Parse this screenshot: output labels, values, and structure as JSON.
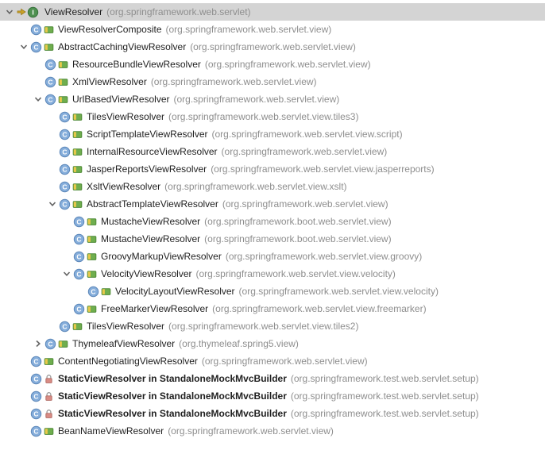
{
  "panel": {
    "kind": "type-hierarchy-tree"
  },
  "colors": {
    "selection_bg": "#d4d4d4",
    "class_name_text": "#1f1f1f",
    "package_text": "#8e8e8e",
    "chevron_gray": "#646464",
    "class_icon_blue": "#86aedb",
    "class_icon_border": "#5b86b8",
    "interface_icon_green": "#4f9151",
    "interface_icon_border": "#35703a",
    "modifier_green": "#6fae4e",
    "modifier_green_border": "#4e8a37",
    "modifier_yellow": "#e9c94a",
    "lock_red": "#d98c85",
    "lock_red_border": "#b06a63",
    "lock_shackle_gray": "#9b9b9b",
    "base_arrow_yellow": "#c9a227",
    "base_arrow_border": "#9a7b1c"
  },
  "tree": {
    "rows": [
      {
        "name": "ViewResolver",
        "package": "(org.springframework.web.servlet)",
        "level": 0,
        "chevron": "down",
        "icon": "interface",
        "modifier": null,
        "base_marker": true,
        "bold": false,
        "selected": true
      },
      {
        "name": "ViewResolverComposite",
        "package": "(org.springframework.web.servlet.view)",
        "level": 1,
        "chevron": null,
        "icon": "class",
        "modifier": "public",
        "base_marker": false,
        "bold": false,
        "selected": false
      },
      {
        "name": "AbstractCachingViewResolver",
        "package": "(org.springframework.web.servlet.view)",
        "level": 1,
        "chevron": "down",
        "icon": "class",
        "modifier": "public",
        "base_marker": false,
        "bold": false,
        "selected": false
      },
      {
        "name": "ResourceBundleViewResolver",
        "package": "(org.springframework.web.servlet.view)",
        "level": 2,
        "chevron": null,
        "icon": "class",
        "modifier": "public",
        "base_marker": false,
        "bold": false,
        "selected": false
      },
      {
        "name": "XmlViewResolver",
        "package": "(org.springframework.web.servlet.view)",
        "level": 2,
        "chevron": null,
        "icon": "class",
        "modifier": "public",
        "base_marker": false,
        "bold": false,
        "selected": false
      },
      {
        "name": "UrlBasedViewResolver",
        "package": "(org.springframework.web.servlet.view)",
        "level": 2,
        "chevron": "down",
        "icon": "class",
        "modifier": "public",
        "base_marker": false,
        "bold": false,
        "selected": false
      },
      {
        "name": "TilesViewResolver",
        "package": "(org.springframework.web.servlet.view.tiles3)",
        "level": 3,
        "chevron": null,
        "icon": "class",
        "modifier": "public",
        "base_marker": false,
        "bold": false,
        "selected": false
      },
      {
        "name": "ScriptTemplateViewResolver",
        "package": "(org.springframework.web.servlet.view.script)",
        "level": 3,
        "chevron": null,
        "icon": "class",
        "modifier": "public",
        "base_marker": false,
        "bold": false,
        "selected": false
      },
      {
        "name": "InternalResourceViewResolver",
        "package": "(org.springframework.web.servlet.view)",
        "level": 3,
        "chevron": null,
        "icon": "class",
        "modifier": "public",
        "base_marker": false,
        "bold": false,
        "selected": false
      },
      {
        "name": "JasperReportsViewResolver",
        "package": "(org.springframework.web.servlet.view.jasperreports)",
        "level": 3,
        "chevron": null,
        "icon": "class",
        "modifier": "public",
        "base_marker": false,
        "bold": false,
        "selected": false
      },
      {
        "name": "XsltViewResolver",
        "package": "(org.springframework.web.servlet.view.xslt)",
        "level": 3,
        "chevron": null,
        "icon": "class",
        "modifier": "public",
        "base_marker": false,
        "bold": false,
        "selected": false
      },
      {
        "name": "AbstractTemplateViewResolver",
        "package": "(org.springframework.web.servlet.view)",
        "level": 3,
        "chevron": "down",
        "icon": "class",
        "modifier": "public",
        "base_marker": false,
        "bold": false,
        "selected": false
      },
      {
        "name": "MustacheViewResolver",
        "package": "(org.springframework.boot.web.servlet.view)",
        "level": 4,
        "chevron": null,
        "icon": "class",
        "modifier": "public",
        "base_marker": false,
        "bold": false,
        "selected": false
      },
      {
        "name": "MustacheViewResolver",
        "package": "(org.springframework.boot.web.servlet.view)",
        "level": 4,
        "chevron": null,
        "icon": "class",
        "modifier": "public",
        "base_marker": false,
        "bold": false,
        "selected": false
      },
      {
        "name": "GroovyMarkupViewResolver",
        "package": "(org.springframework.web.servlet.view.groovy)",
        "level": 4,
        "chevron": null,
        "icon": "class",
        "modifier": "public",
        "base_marker": false,
        "bold": false,
        "selected": false
      },
      {
        "name": "VelocityViewResolver",
        "package": "(org.springframework.web.servlet.view.velocity)",
        "level": 4,
        "chevron": "down",
        "icon": "class",
        "modifier": "public",
        "base_marker": false,
        "bold": false,
        "selected": false
      },
      {
        "name": "VelocityLayoutViewResolver",
        "package": "(org.springframework.web.servlet.view.velocity)",
        "level": 5,
        "chevron": null,
        "icon": "class",
        "modifier": "public",
        "base_marker": false,
        "bold": false,
        "selected": false
      },
      {
        "name": "FreeMarkerViewResolver",
        "package": "(org.springframework.web.servlet.view.freemarker)",
        "level": 4,
        "chevron": null,
        "icon": "class",
        "modifier": "public",
        "base_marker": false,
        "bold": false,
        "selected": false
      },
      {
        "name": "TilesViewResolver",
        "package": "(org.springframework.web.servlet.view.tiles2)",
        "level": 3,
        "chevron": null,
        "icon": "class",
        "modifier": "public",
        "base_marker": false,
        "bold": false,
        "selected": false
      },
      {
        "name": "ThymeleafViewResolver",
        "package": "(org.thymeleaf.spring5.view)",
        "level": 2,
        "chevron": "right",
        "icon": "class",
        "modifier": "public",
        "base_marker": false,
        "bold": false,
        "selected": false
      },
      {
        "name": "ContentNegotiatingViewResolver",
        "package": "(org.springframework.web.servlet.view)",
        "level": 1,
        "chevron": null,
        "icon": "class",
        "modifier": "public",
        "base_marker": false,
        "bold": false,
        "selected": false
      },
      {
        "name": "StaticViewResolver in StandaloneMockMvcBuilder",
        "package": "(org.springframework.test.web.servlet.setup)",
        "level": 1,
        "chevron": null,
        "icon": "class",
        "modifier": "private",
        "base_marker": false,
        "bold": true,
        "selected": false
      },
      {
        "name": "StaticViewResolver in StandaloneMockMvcBuilder",
        "package": "(org.springframework.test.web.servlet.setup)",
        "level": 1,
        "chevron": null,
        "icon": "class",
        "modifier": "private",
        "base_marker": false,
        "bold": true,
        "selected": false
      },
      {
        "name": "StaticViewResolver in StandaloneMockMvcBuilder",
        "package": "(org.springframework.test.web.servlet.setup)",
        "level": 1,
        "chevron": null,
        "icon": "class",
        "modifier": "private",
        "base_marker": false,
        "bold": true,
        "selected": false
      },
      {
        "name": "BeanNameViewResolver",
        "package": "(org.springframework.web.servlet.view)",
        "level": 1,
        "chevron": null,
        "icon": "class",
        "modifier": "public",
        "base_marker": false,
        "bold": false,
        "selected": false
      }
    ]
  }
}
